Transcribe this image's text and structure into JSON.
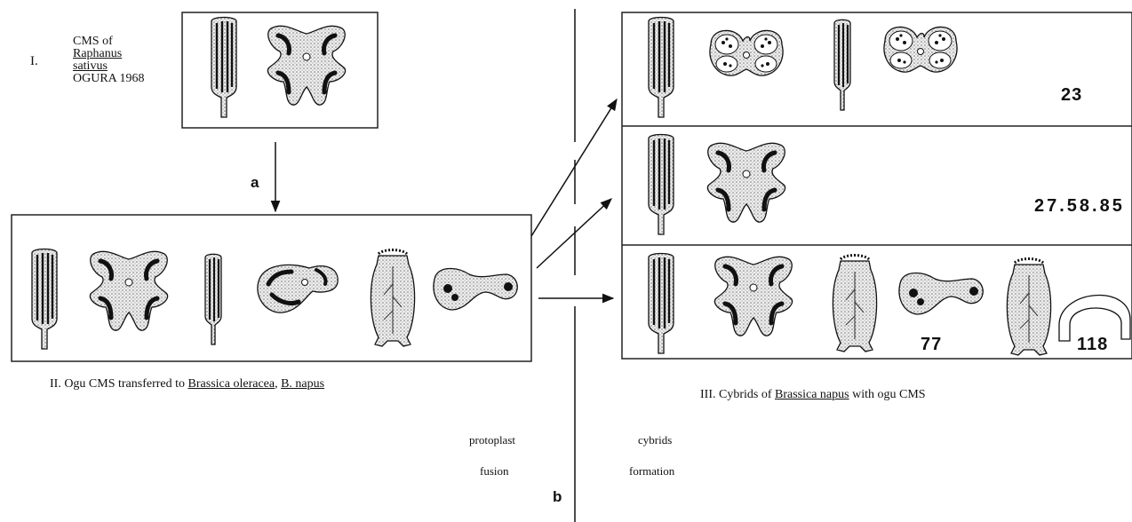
{
  "panel1": {
    "roman": "I.",
    "line1": "CMS of",
    "line2": "Raphanus",
    "line3": "sativus",
    "line4": "OGURA 1968"
  },
  "arrow_a_label": "a",
  "arrow_b_label": "b",
  "panel2_caption": {
    "prefix": "II. Ogu CMS transferred to ",
    "species1": "Brassica oleracea",
    "sep": ", ",
    "species2": "B. napus"
  },
  "panel3_caption": {
    "prefix": "III. Cybrids of ",
    "species": "Brassica napus",
    "suffix": " with ogu CMS"
  },
  "panel3_rows": [
    {
      "numbers": "23"
    },
    {
      "numbers": "27.58.85"
    },
    {
      "numbers_a": "77",
      "numbers_b": "118"
    }
  ],
  "process": {
    "left_top": "protoplast",
    "left_bottom": "fusion",
    "right_top": "cybrids",
    "right_bottom": "formation"
  },
  "colors": {
    "line": "#222222",
    "stipple": "#d9d9d9",
    "dark": "#111111"
  }
}
